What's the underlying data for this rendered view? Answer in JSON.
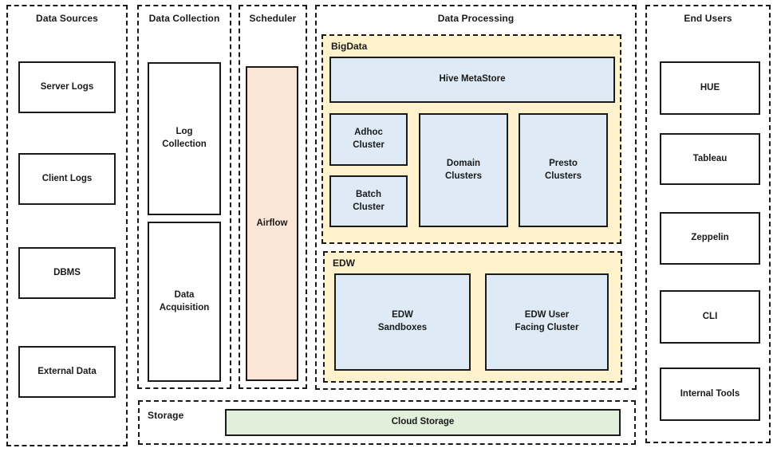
{
  "panels": {
    "data_sources": {
      "title": "Data Sources",
      "items": [
        "Server Logs",
        "Client Logs",
        "DBMS",
        "External Data"
      ]
    },
    "data_collection": {
      "title": "Data Collection",
      "items": [
        "Log\nCollection",
        "Data\nAcquisition"
      ]
    },
    "scheduler": {
      "title": "Scheduler",
      "items": [
        "Airflow"
      ]
    },
    "data_processing": {
      "title": "Data Processing",
      "bigdata": {
        "title": "BigData",
        "hive_metastore": "Hive MetaStore",
        "adhoc_cluster": "Adhoc\nCluster",
        "batch_cluster": "Batch\nCluster",
        "domain_clusters": "Domain\nClusters",
        "presto_clusters": "Presto\nClusters"
      },
      "edw": {
        "title": "EDW",
        "sandboxes": "EDW\nSandboxes",
        "user_facing_cluster": "EDW User\nFacing Cluster"
      }
    },
    "storage": {
      "title": "Storage",
      "items": [
        "Cloud Storage"
      ]
    },
    "end_users": {
      "title": "End Users",
      "items": [
        "HUE",
        "Tableau",
        "Zeppelin",
        "CLI",
        "Internal Tools"
      ]
    }
  },
  "colors": {
    "group_fill_yellow": "#fff2cc",
    "node_fill_blue": "#deebf7",
    "node_fill_peach": "#fbe5d6",
    "node_fill_green": "#e2efda",
    "node_fill_white": "#ffffff",
    "border": "#1a1a1a",
    "background": "#ffffff"
  }
}
